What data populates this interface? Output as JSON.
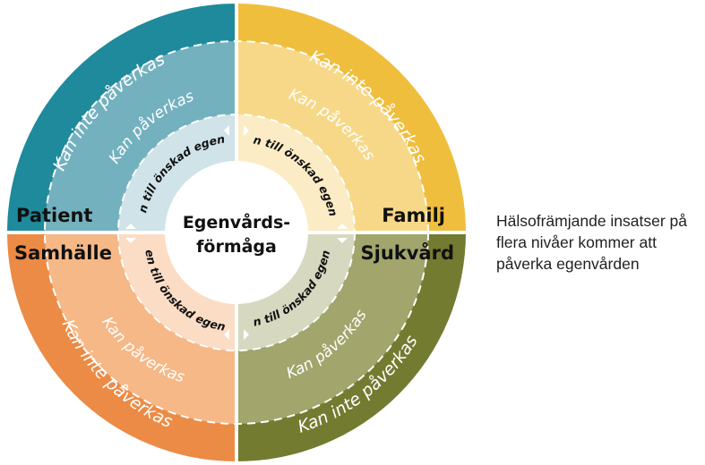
{
  "center": {
    "line1": "Egenvårds-",
    "line2": "förmåga"
  },
  "quadrants": [
    {
      "id": "patient",
      "name": "Patient",
      "outer": "Kan inte påverkas",
      "middle": "Kan påverkas",
      "inner": "Vägen till önskad egenvård",
      "colors": {
        "outer": "#1e8a9b",
        "middle": "#73b1bf",
        "inner": "#cfe3e8"
      }
    },
    {
      "id": "familj",
      "name": "Familj",
      "outer": "Kan inte påverkas",
      "middle": "Kan påverkas",
      "inner": "Vägen till önskad egenvård",
      "colors": {
        "outer": "#f0be3d",
        "middle": "#f6d888",
        "inner": "#fbecc6"
      }
    },
    {
      "id": "sjukvard",
      "name": "Sjukvård",
      "outer": "Kan inte påverkas",
      "middle": "Kan påverkas",
      "inner": "Vägen till önskad egenvård",
      "colors": {
        "outer": "#737b31",
        "middle": "#a2a56c",
        "inner": "#d6d8c0"
      }
    },
    {
      "id": "samhalle",
      "name": "Samhälle",
      "outer": "Kan inte påverkas",
      "middle": "Kan påverkas",
      "inner": "Vägen till önskad egenvård",
      "colors": {
        "outer": "#ec8b45",
        "middle": "#f5b886",
        "inner": "#fbdcc4"
      }
    }
  ],
  "side_text": "Hälsofrämjande insatser på flera nivåer kommer att påverka egenvården"
}
